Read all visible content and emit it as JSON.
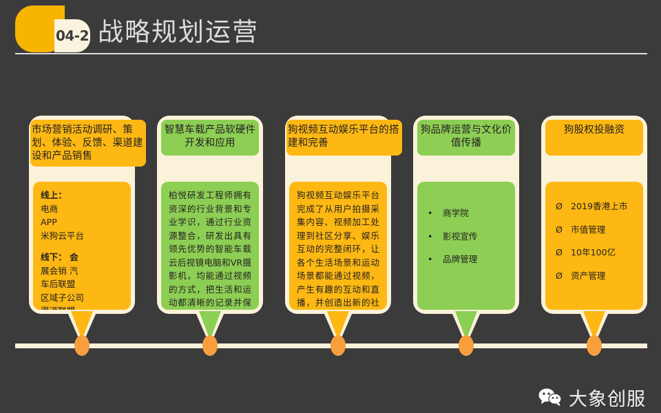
{
  "page": {
    "background_color": "#3b3b3b",
    "accent_yellow": "#fdb813",
    "accent_green": "#8dce54",
    "cream": "#faf2d9",
    "dot_color": "#f79f3d"
  },
  "header": {
    "badge_label": "04-2",
    "title": "战略规划运营",
    "logo_icon": "leaf-logo-icon"
  },
  "cards": [
    {
      "color": "yellow",
      "title": "市场营销活动调研、策划、体验、反馈、渠道建设和产品销售",
      "body_type": "lines",
      "lines": [
        {
          "text": "线上：",
          "bold": true
        },
        {
          "text": "电商",
          "bold": false
        },
        {
          "text": "APP",
          "bold": false
        },
        {
          "text": "米狗云平台",
          "bold": false
        },
        {
          "text": "",
          "bold": false
        },
        {
          "text": "线下：    会",
          "bold": true
        },
        {
          "text": "展会销    汽",
          "bold": false
        },
        {
          "text": "车后联盟",
          "bold": false
        },
        {
          "text": "区域子公司",
          "bold": false
        },
        {
          "text": "渠道联盟",
          "bold": false
        }
      ]
    },
    {
      "color": "green",
      "title": "智慧车载产品软硬件开发和应用",
      "body_type": "paragraph",
      "paragraph": "柏悦研发工程师拥有资深的行业背景和专业学识，通过行业资源整合，研发出具有领先优势的智能车载云后视镜电脑和VR摄影机，均能通过视频的方式，把生活和运动都清晰的记录并保存起来。"
    },
    {
      "color": "yellow",
      "title": "狗视频互动娱乐平台的搭建和完善",
      "body_type": "paragraph",
      "paragraph": "狗视频互动娱乐平台完成了从用户拍摄采集内容、视频加工处理到社区分享、娱乐互动的完整闭环，让各个生活场景和运动场景都能通过视频，产生有趣的互动和直播，并创造出新的社交关系。"
    },
    {
      "color": "green",
      "title": "狗品牌运营与文化价值传播",
      "body_type": "bullets",
      "bullet_mark": "•",
      "bullets": [
        "商学院",
        "影视宣传",
        "品牌管理"
      ]
    },
    {
      "color": "yellow",
      "title": "狗股权投融资",
      "body_type": "bullets",
      "bullet_mark": "Ø",
      "bullets": [
        "2019香港上市",
        "市值管理",
        "10年100亿",
        "资产管理"
      ]
    }
  ],
  "timeline": {
    "dot_count": 5
  },
  "footer": {
    "icon": "wechat-icon",
    "text": "大象创服"
  }
}
